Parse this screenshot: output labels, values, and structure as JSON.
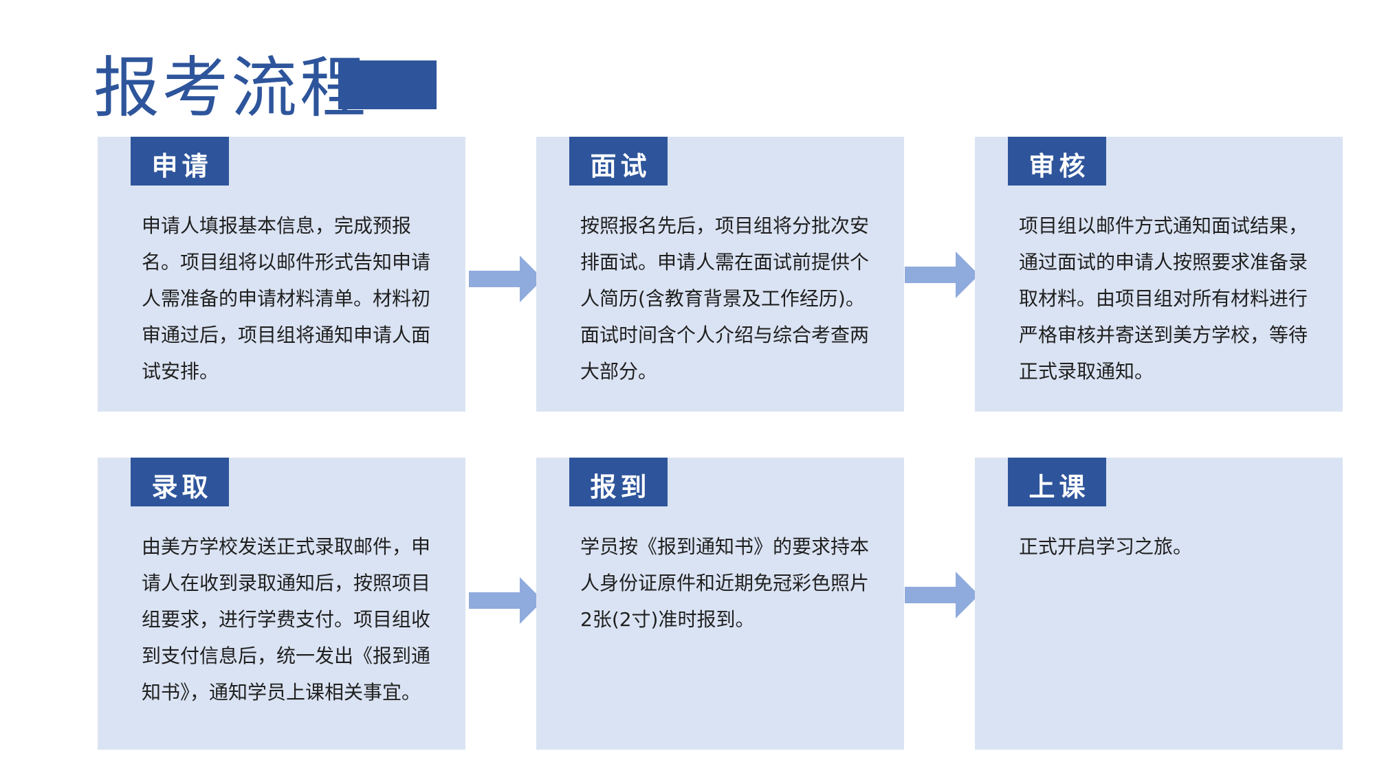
{
  "title": "报考流程",
  "colors": {
    "accent": "#2e559b",
    "card_bg": "#dae3f3",
    "arrow": "#8faadc",
    "text": "#1f1f1f"
  },
  "steps": [
    {
      "label": "申请",
      "text": "申请人填报基本信息，完成预报名。项目组将以邮件形式告知申请人需准备的申请材料清单。材料初审通过后，项目组将通知申请人面试安排。"
    },
    {
      "label": "面试",
      "text": "按照报名先后，项目组将分批次安排面试。申请人需在面试前提供个人简历(含教育背景及工作经历)。面试时间含个人介绍与综合考查两大部分。"
    },
    {
      "label": "审核",
      "text": "项目组以邮件方式通知面试结果，通过面试的申请人按照要求准备录取材料。由项目组对所有材料进行严格审核并寄送到美方学校，等待正式录取通知。"
    },
    {
      "label": "录取",
      "text": "由美方学校发送正式录取邮件，申请人在收到录取通知后，按照项目组要求，进行学费支付。项目组收到支付信息后，统一发出《报到通知书》，通知学员上课相关事宜。"
    },
    {
      "label": "报到",
      "text": "学员按《报到通知书》的要求持本人身份证原件和近期免冠彩色照片2张(2寸)准时报到。"
    },
    {
      "label": "上课",
      "text": "正式开启学习之旅。"
    }
  ]
}
